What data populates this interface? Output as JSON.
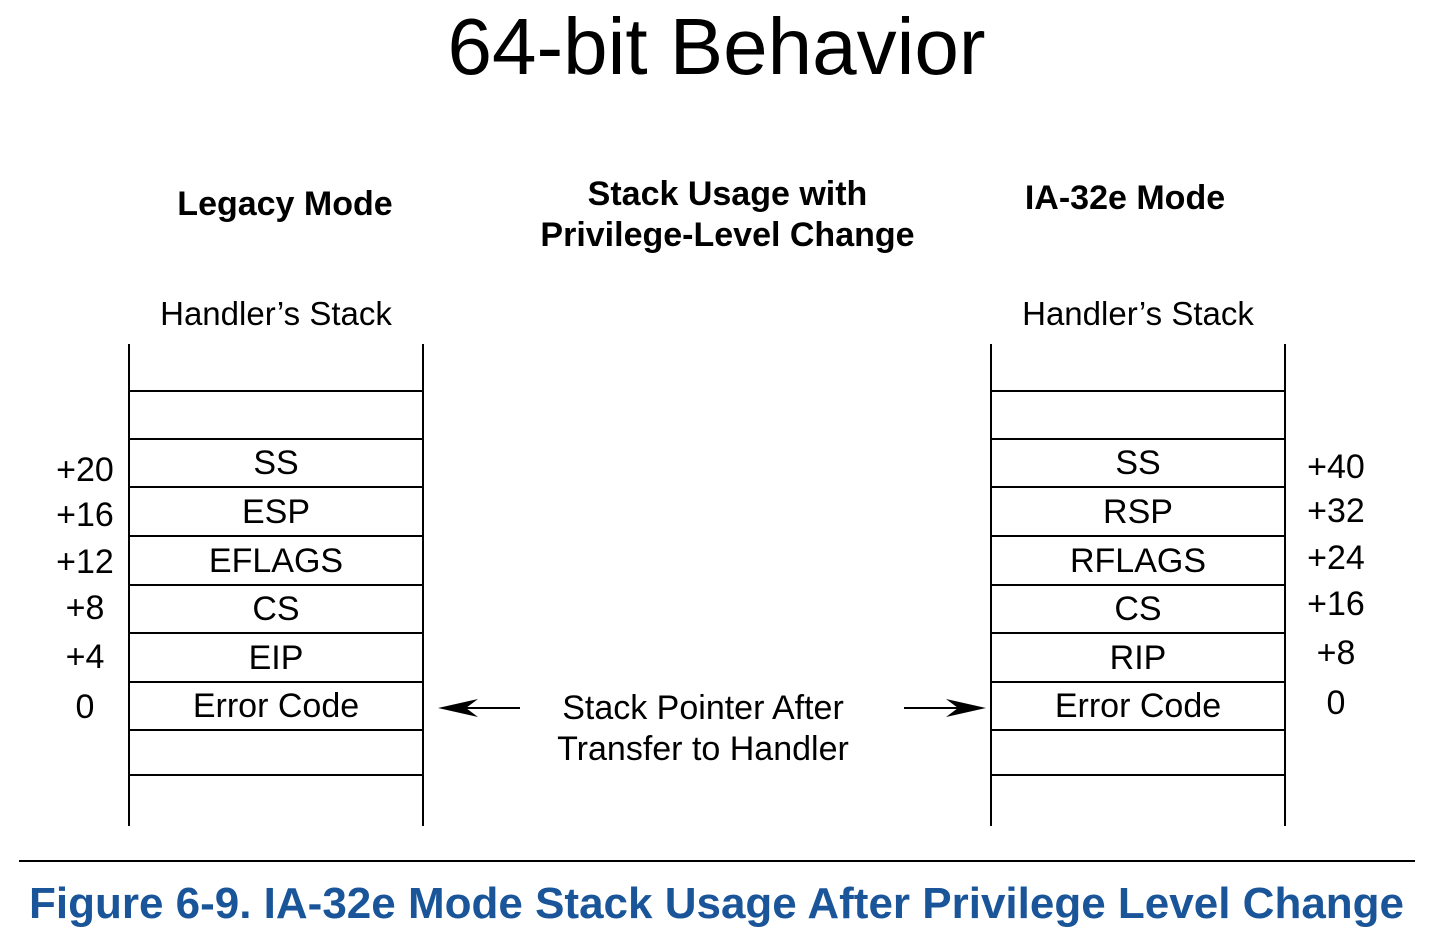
{
  "title": "64-bit Behavior",
  "headers": {
    "legacy": "Legacy Mode",
    "center_line1": "Stack Usage with",
    "center_line2": "Privilege-Level Change",
    "ia32e": "IA-32e Mode"
  },
  "left_stack": {
    "label": "Handler’s Stack",
    "cells": [
      "",
      "SS",
      "ESP",
      "EFLAGS",
      "CS",
      "EIP",
      "Error Code",
      ""
    ],
    "offsets": [
      "+20",
      "+16",
      "+12",
      "+8",
      "+4",
      "0"
    ]
  },
  "right_stack": {
    "label": "Handler’s Stack",
    "cells": [
      "",
      "SS",
      "RSP",
      "RFLAGS",
      "CS",
      "RIP",
      "Error Code",
      ""
    ],
    "offsets": [
      "+40",
      "+32",
      "+24",
      "+16",
      "+8",
      "0"
    ]
  },
  "pointer_note": {
    "line1": "Stack Pointer After",
    "line2": "Transfer to Handler"
  },
  "caption": "Figure 6-9.  IA-32e Mode Stack Usage After Privilege Level Change",
  "colors": {
    "caption": "#1a5599",
    "lines": "#000000"
  }
}
